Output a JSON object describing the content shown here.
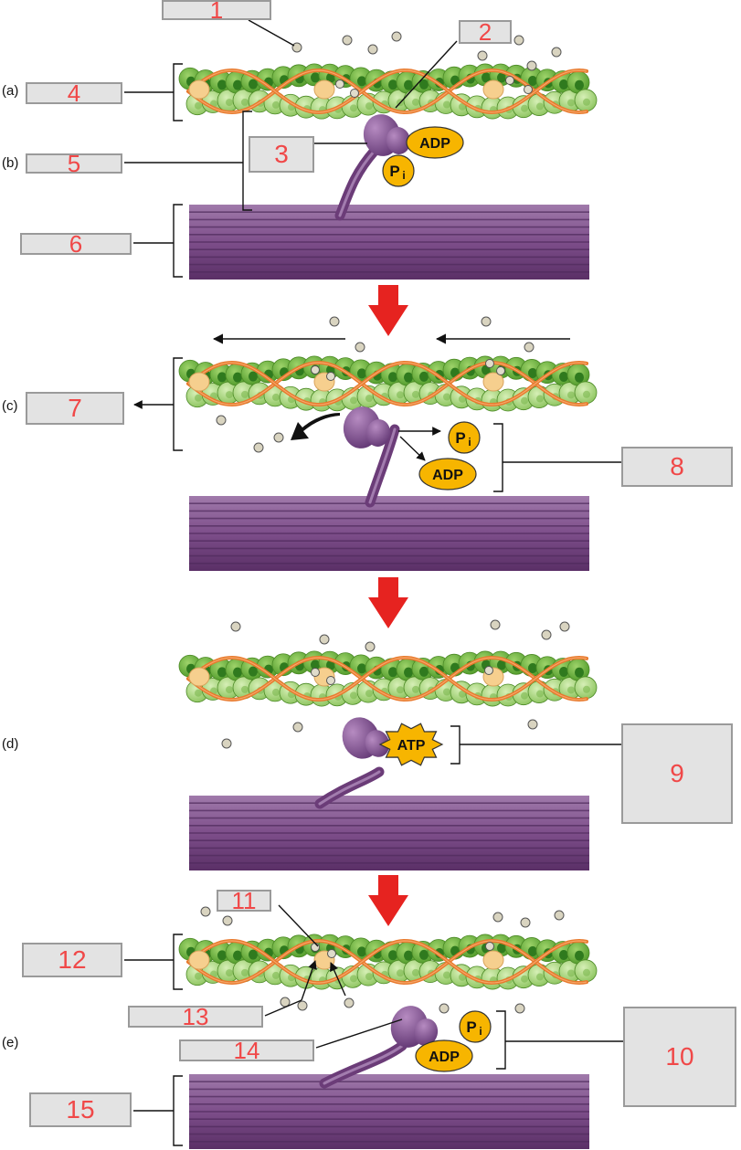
{
  "panels": [
    "(a)",
    "(b)",
    "(c)",
    "(d)",
    "(e)"
  ],
  "labels": [
    "1",
    "2",
    "3",
    "4",
    "5",
    "6",
    "7",
    "8",
    "9",
    "10",
    "11",
    "12",
    "13",
    "14",
    "15"
  ],
  "molecules": {
    "adp": "ADP",
    "pi_main": "P",
    "pi_sub": "i",
    "atp": "ATP"
  },
  "colors": {
    "actin_dark": "#6fb23a",
    "actin_light": "#a8d57a",
    "actin_nucleus": "#2f7a1e",
    "tropomyosin": "#e8792d",
    "troponin": "#f6cf8e",
    "myosin": "#7a4a86",
    "myosin_light": "#9b6aa6",
    "thick_filament": "#8a5a93",
    "molecule": "#f7b500",
    "arrow": "#e62320",
    "label_box": "#e3e3e3",
    "label_text": "#f04848"
  }
}
